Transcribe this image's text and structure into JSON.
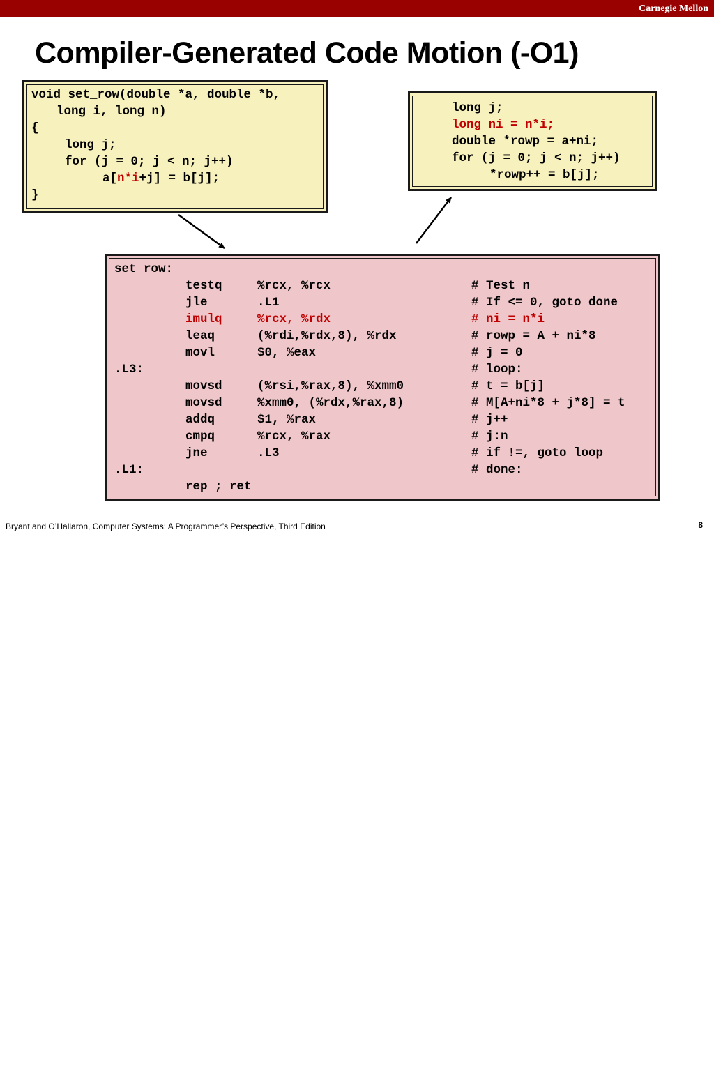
{
  "header": {
    "brand": "Carnegie Mellon"
  },
  "title": "Compiler-Generated Code Motion (-O1)",
  "source_code": {
    "line1": "void set_row(double *a, double *b,",
    "line2": "long i, long n)",
    "line3": "{",
    "line4": "long j;",
    "line5": "for (j = 0; j < n; j++)",
    "line6_pre": "a[",
    "line6_red": "n*i",
    "line6_post": "+j] = b[j];",
    "line7": "}"
  },
  "optimized_code": {
    "line1": "long j;",
    "line2": "long ni = n*i;",
    "line3": "double *rowp = a+ni;",
    "line4": "for (j = 0; j < n; j++)",
    "line5": "*rowp++ = b[j];"
  },
  "assembly": {
    "label_set_row": "set_row:",
    "label_l3": ".L3:",
    "label_l1": ".L1:",
    "rows": [
      {
        "op": "testq",
        "args": "%rcx, %rcx",
        "comment": "# Test n"
      },
      {
        "op": "jle",
        "args": ".L1",
        "comment": "# If <= 0, goto done"
      },
      {
        "op": "imulq",
        "args": "%rcx, %rdx",
        "comment": "# ni = n*i"
      },
      {
        "op": "leaq",
        "args": "(%rdi,%rdx,8), %rdx",
        "comment": "# rowp = A + ni*8"
      },
      {
        "op": "movl",
        "args": "$0, %eax",
        "comment": "# j = 0"
      },
      {
        "op": "",
        "args": "",
        "comment": "# loop:"
      },
      {
        "op": "movsd",
        "args": "(%rsi,%rax,8), %xmm0",
        "comment": "# t = b[j]"
      },
      {
        "op": "movsd",
        "args": "%xmm0, (%rdx,%rax,8)",
        "comment": "# M[A+ni*8 + j*8] = t"
      },
      {
        "op": "addq",
        "args": "$1, %rax",
        "comment": "# j++"
      },
      {
        "op": "cmpq",
        "args": "%rcx, %rax",
        "comment": "# j:n"
      },
      {
        "op": "jne",
        "args": ".L3",
        "comment": "# if !=, goto loop"
      },
      {
        "op": "",
        "args": "",
        "comment": "# done:"
      },
      {
        "op": "rep ; ret",
        "args": "",
        "comment": ""
      }
    ]
  },
  "colors": {
    "accent_red": "#c00000",
    "header_bar": "#990000",
    "yellow_box": "#f7f1be",
    "pink_box": "#efc6c9"
  },
  "footer": {
    "citation": "Bryant and O’Hallaron, Computer Systems: A Programmer’s Perspective, Third Edition",
    "page_number": "8"
  }
}
